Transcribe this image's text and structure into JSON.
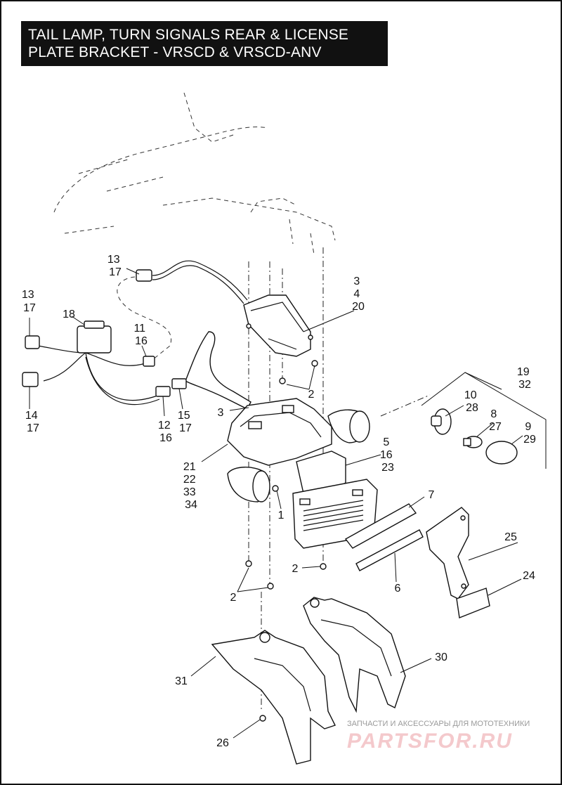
{
  "title": {
    "line1": "TAIL LAMP, TURN SIGNALS REAR & LICENSE",
    "line2": "PLATE BRACKET - VRSCD & VRSCD-ANV"
  },
  "callouts": {
    "c13_17_top": [
      "13",
      "17"
    ],
    "c13_17_left": [
      "13",
      "17"
    ],
    "c18": [
      "18"
    ],
    "c11_16": [
      "11",
      "16"
    ],
    "c14_17": [
      "14",
      "17"
    ],
    "c12_16": [
      "12",
      "16"
    ],
    "c15_17": [
      "15",
      "17"
    ],
    "c3_4_20": [
      "3",
      "4",
      "20"
    ],
    "c2_top": [
      "2"
    ],
    "c3_mid": [
      "3"
    ],
    "c21_22_33_34": [
      "21",
      "22",
      "33",
      "34"
    ],
    "c1": [
      "1"
    ],
    "c5_16_23": [
      "5",
      "16",
      "23"
    ],
    "c19_32": [
      "19",
      "32"
    ],
    "c10_28": [
      "10",
      "28"
    ],
    "c8_27": [
      "8",
      "27"
    ],
    "c9_29": [
      "9",
      "29"
    ],
    "c7": [
      "7"
    ],
    "c25": [
      "25"
    ],
    "c2_right": [
      "2"
    ],
    "c6": [
      "6"
    ],
    "c24": [
      "24"
    ],
    "c2_left": [
      "2"
    ],
    "c30": [
      "30"
    ],
    "c31": [
      "31"
    ],
    "c26": [
      "26"
    ]
  },
  "watermark": {
    "caption": "ЗАПЧАСТИ И АКСЕССУАРЫ ДЛЯ МОТОТЕХНИКИ",
    "logo": "PARTSFOR.RU"
  },
  "colors": {
    "title_bg": "#111111",
    "title_fg": "#ffffff",
    "line": "#111111",
    "watermark_logo": "#f4c9cc"
  }
}
